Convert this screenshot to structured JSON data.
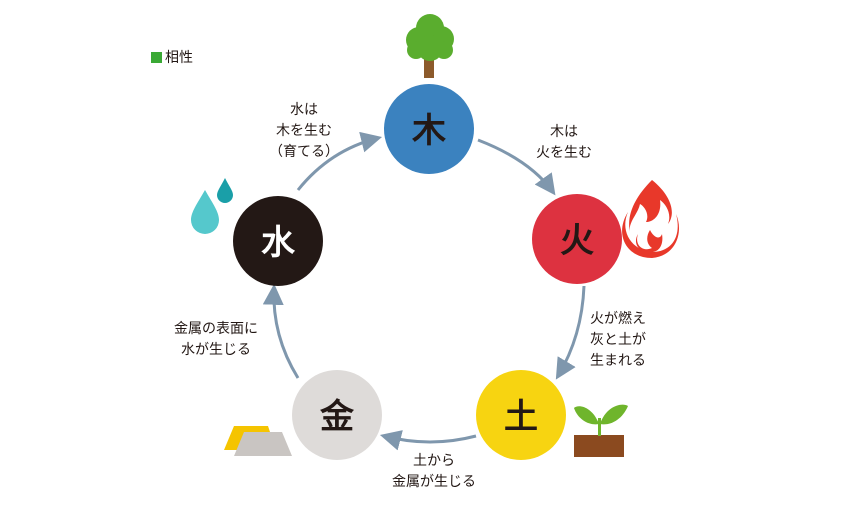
{
  "legend": {
    "label": "相性",
    "color": "#3aa935"
  },
  "elements": {
    "wood": {
      "label": "木",
      "color": "#3b82bf",
      "text_color": "#231815"
    },
    "fire": {
      "label": "火",
      "color": "#dd3240",
      "text_color": "#231815"
    },
    "earth": {
      "label": "土",
      "color": "#f7d411",
      "text_color": "#231815"
    },
    "metal": {
      "label": "金",
      "color": "#dedbd9",
      "text_color": "#231815"
    },
    "water": {
      "label": "水",
      "color": "#231815",
      "text_color": "#ffffff"
    }
  },
  "relations": {
    "wood_fire": [
      "木は",
      "火を生む"
    ],
    "fire_earth": [
      "火が燃え",
      "灰と土が",
      "生まれる"
    ],
    "earth_metal": [
      "土から",
      "金属が生じる"
    ],
    "metal_water": [
      "金属の表面に",
      "水が生じる"
    ],
    "water_wood": [
      "水は",
      "木を生む",
      "（育てる）"
    ]
  },
  "icons": {
    "tree": "tree-icon",
    "flame": "flame-icon",
    "sprout": "sprout-icon",
    "gold": "gold-bar-icon",
    "water": "water-drops-icon"
  },
  "arrow_color": "#7f97ad"
}
